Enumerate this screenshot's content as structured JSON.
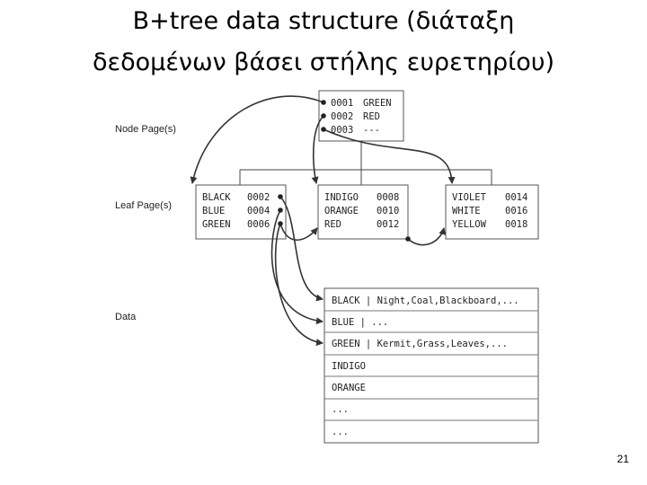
{
  "slide": {
    "title_line1": "B+tree data structure (διάταξη",
    "title_line2": "δεδομένων  βάσει στήλης ευρετηρίου)",
    "page_number": "21"
  },
  "labels": {
    "node": "Node Page(s)",
    "leaf": "Leaf Page(s)",
    "data": "Data"
  },
  "node_page": {
    "rows": [
      {
        "key": "0001",
        "value": "GREEN"
      },
      {
        "key": "0002",
        "value": "RED"
      },
      {
        "key": "0003",
        "value": "---"
      }
    ]
  },
  "leaf_pages": [
    {
      "rows": [
        {
          "value": "BLACK",
          "key": "0002"
        },
        {
          "value": "BLUE",
          "key": "0004"
        },
        {
          "value": "GREEN",
          "key": "0006"
        }
      ]
    },
    {
      "rows": [
        {
          "value": "INDIGO",
          "key": "0008"
        },
        {
          "value": "ORANGE",
          "key": "0010"
        },
        {
          "value": "RED",
          "key": "0012"
        }
      ]
    },
    {
      "rows": [
        {
          "value": "VIOLET",
          "key": "0014"
        },
        {
          "value": "WHITE",
          "key": "0016"
        },
        {
          "value": "YELLOW",
          "key": "0018"
        }
      ]
    }
  ],
  "data_rows": [
    "BLACK | Night,Coal,Blackboard,...",
    "BLUE | ...",
    "GREEN | Kermit,Grass,Leaves,...",
    "INDIGO",
    "ORANGE",
    "...",
    "..."
  ],
  "colors": {
    "box_border": "#555555",
    "line": "#333333"
  }
}
